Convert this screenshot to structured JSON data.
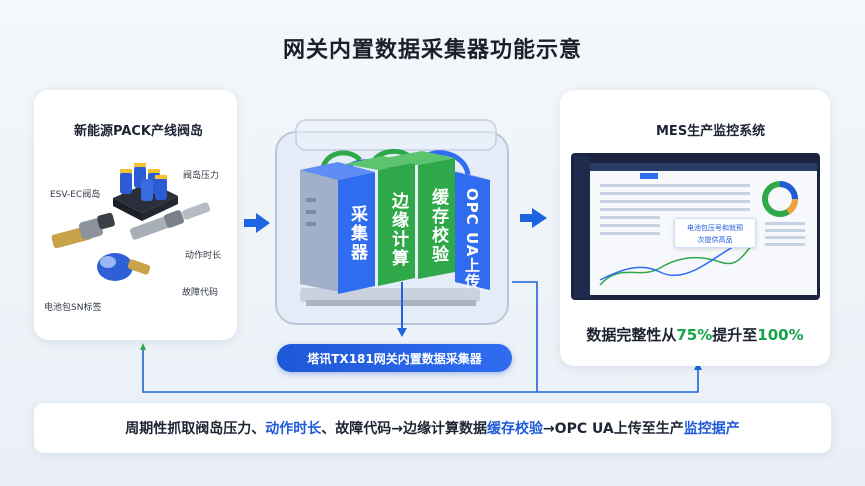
{
  "title": "网关内置数据采集器功能示意",
  "left_panel": {
    "title": "新能源PACK产线阀岛",
    "labels": {
      "valve_pressure": "阀岛压力",
      "esv_ec": "ESV-EC阀岛",
      "action_time": "动作时长",
      "fault_code": "故障代码",
      "battery_sn": "电池包SN标签"
    }
  },
  "device": {
    "modules": [
      "采集器",
      "边缘计算",
      "缓存校验",
      "OPC UA上传"
    ],
    "product_label": "塔讯TX181网关内置数据采集器",
    "colors": {
      "blue_module": "#1f5bd8",
      "green_module": "#2fa84a"
    }
  },
  "right_panel": {
    "title": "MES生产监控系统",
    "popup_text": [
      "电池包压号和就预",
      "次提供高品"
    ],
    "result_prefix": "数据完整性从",
    "result_from": "75%",
    "result_mid": "提升至",
    "result_to": "100%"
  },
  "bottom": {
    "p1": "周期性抓取阀岛压力、",
    "p2": "动作时长",
    "p3": "、故障代码→边缘计算数据",
    "p4": "缓存校验",
    "p5": "→OPC UA上传至生产",
    "p6": "监控据产"
  },
  "colors": {
    "accent": "#1f5bd8",
    "green": "#16a34a",
    "arrow_blue": "#1e63e0"
  }
}
